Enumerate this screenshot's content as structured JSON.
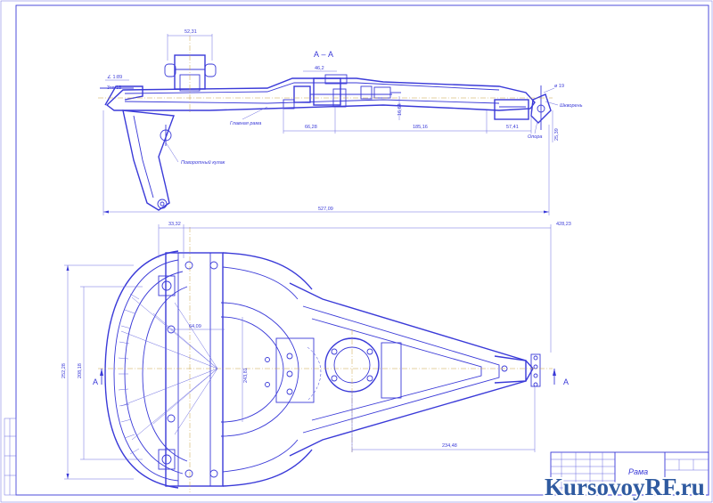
{
  "drawing": {
    "section_label": "А – А",
    "section_arrow_left": "А",
    "section_arrow_right": "А",
    "dimensions": {
      "top_width": "52,31",
      "slope": "∠ 1:89",
      "tolerance": "3тп 18",
      "nut_width": "46,2",
      "height_mid": "16,64",
      "span_1": "66,28",
      "span_2": "185,16",
      "span_3": "57,41",
      "hole_dia": "ø 19",
      "right_height": "25,39",
      "overall_length": "527,09",
      "offset_left": "33,32",
      "offset_right": "428,23",
      "overall_height": "252,28",
      "inner_height": "208,18",
      "inner_width": "64,09",
      "center_height": "243,81",
      "arm_length": "234,48"
    },
    "labels": {
      "main_frame": "Главная рама",
      "pivot_fork": "Поворотный кулак",
      "pin": "Шкворень",
      "support": "Опора"
    }
  },
  "title_block": {
    "title": "Рама"
  },
  "watermark": {
    "main": "KursovoyRF",
    "suffix": ".ru"
  },
  "colors": {
    "ink": "#3a3ad8",
    "center": "#c8a040",
    "watermark_main": "#2f5aa0",
    "watermark_accent": "#e02020"
  }
}
